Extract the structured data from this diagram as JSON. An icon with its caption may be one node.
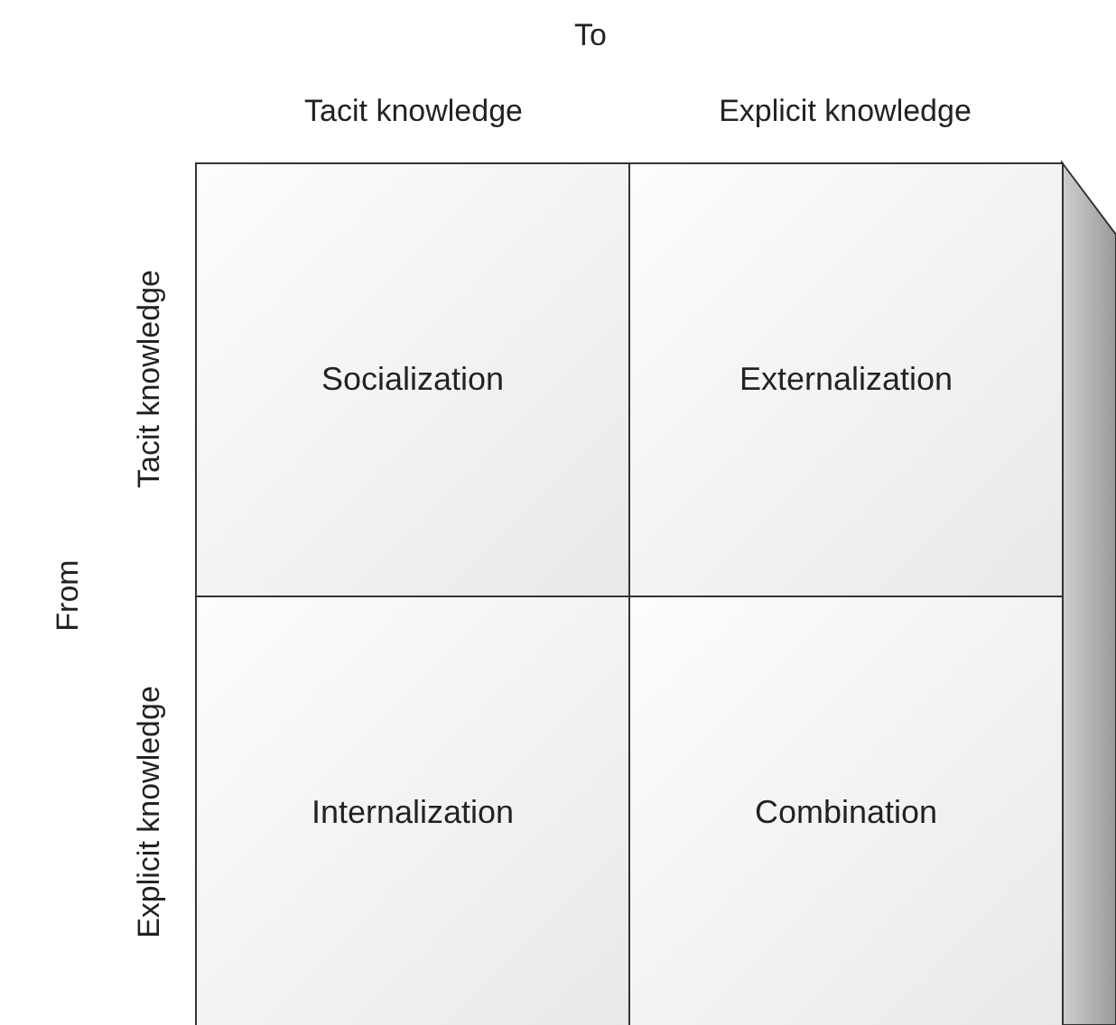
{
  "diagram": {
    "nodes": [
      {
        "text": [
          "Socialization"
        ]
      },
      {
        "text": [
          "Externalization"
        ]
      },
      {
        "text": [
          "Internalization"
        ]
      },
      {
        "text": [
          "Combination"
        ]
      }
    ],
    "labels": [
      "To",
      "Tacit knowledge",
      "Explicit knowledge",
      "From",
      "Tacit knowledge",
      "Explicit knowledge"
    ]
  }
}
